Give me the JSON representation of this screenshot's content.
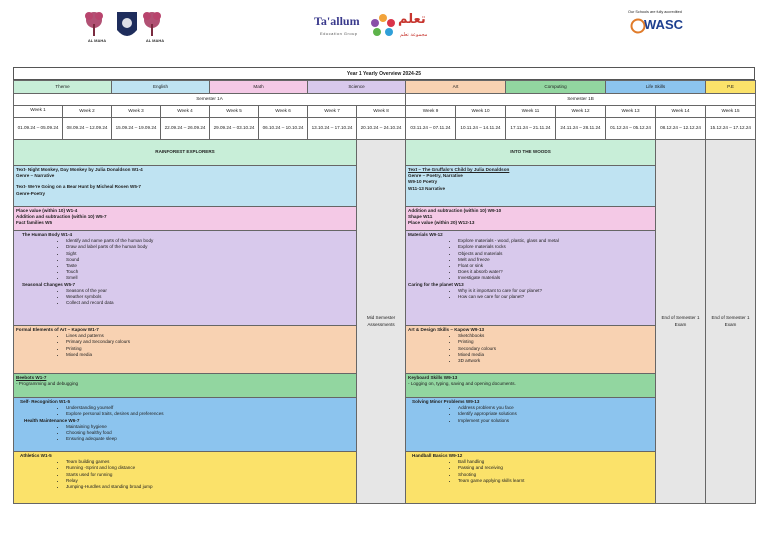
{
  "doc": {
    "title": "Year 1 Yearly Overview 2024-25",
    "accreditation": "Our Schools are fully accredited",
    "logos": {
      "left_a": "AL MAHA",
      "left_b": "AL MAHA",
      "mid_brand": "Ta'allum",
      "mid_sub": "Education Group",
      "mid_arabic": "تعلم",
      "mid_arabic_sub": "مجموعة تعلم",
      "right_brand": "WASC"
    }
  },
  "subjects": [
    {
      "label": "Theme",
      "color": "#c8eed8"
    },
    {
      "label": "English",
      "color": "#bfe3f2"
    },
    {
      "label": "Math",
      "color": "#f4c9e6"
    },
    {
      "label": "Science",
      "color": "#d8c9ec"
    },
    {
      "label": "Art",
      "color": "#f8d2b2"
    },
    {
      "label": "Computing",
      "color": "#92d6a0"
    },
    {
      "label": "Life Skills",
      "color": "#8cc4ee"
    },
    {
      "label": "P.E",
      "color": "#fbe26a"
    }
  ],
  "semesters": {
    "a": "Semester 1A",
    "b": "Semester 1B"
  },
  "weeks": [
    {
      "label": "Week 1",
      "dates": "01.09.24 – 05.09.24"
    },
    {
      "label": "Week 2",
      "dates": "08.09.24 – 12.09.24"
    },
    {
      "label": "Week 3",
      "dates": "15.09.24 – 19.09.24"
    },
    {
      "label": "Week 4",
      "dates": "22.09.24 – 26.09.24"
    },
    {
      "label": "Week 5",
      "dates": "29.09.24 – 03.10.24"
    },
    {
      "label": "Week 6",
      "dates": "06.10.24 – 10.10.24"
    },
    {
      "label": "Week 7",
      "dates": "13.10.24 – 17.10.24"
    },
    {
      "label": "Week 8",
      "dates": "20.10.24 – 24.10.24"
    },
    {
      "label": "Week 9",
      "dates": "03.11.24 – 07.11.24"
    },
    {
      "label": "Week 10",
      "dates": "10.11.24 – 14.11.24"
    },
    {
      "label": "Week 11",
      "dates": "17.11.24 – 21.11.24"
    },
    {
      "label": "Week 12",
      "dates": "24.11.24 – 28.11.24"
    },
    {
      "label": "Week 13",
      "dates": "01.12.24 – 05.12.24"
    },
    {
      "label": "Week 14",
      "dates": "08.12.24 – 12.12.24"
    },
    {
      "label": "Week 15",
      "dates": "15.12.24 – 17.12.24"
    }
  ],
  "themes": {
    "a": "RAINFOREST EXPLORERS",
    "b": "INTO THE WOODS"
  },
  "mid": {
    "assess": "Mid Semester Assessments",
    "end14": "End of Semester 1 Exam",
    "end15": "End of Semester 1 Exam"
  },
  "english": {
    "a": [
      "Text- Night Monkey, Day Monkey by Julia Donaldson W1-4",
      "Genre – Narrative",
      "",
      "Text- We're Going on a Bear Hunt by Micheal Rosen W5-7",
      "Genre-Poetry"
    ],
    "b_text": "Text – The Gruffalo's Child by Julia Donaldson",
    "b": [
      "Genre – Poetry, Narrative",
      "W9-10 Poetry",
      "W11-13 Narrative"
    ]
  },
  "math": {
    "a": [
      "Place value (within 10) W1-4",
      "Addition and subtraction (within 10) W5-7",
      "Fact families W5"
    ],
    "b": [
      "Addition and subtraction (within 10) W9-10",
      "Shape W11",
      "Place value (within 20) W12-13"
    ]
  },
  "science": {
    "a_head1": "The Human Body W1-4",
    "a_list1": [
      "Identify and name parts of the human body",
      "Draw and label parts of the human body",
      "Sight",
      "Sound",
      "Taste",
      "Touch",
      "Smell"
    ],
    "a_head2": "Seasonal Changes W5-7",
    "a_list2": [
      "Seasons of the year",
      "Weather symbols",
      "Collect and record data"
    ],
    "b_head1": "Materials W9-12",
    "b_list1": [
      "Explore materials - wood, plastic, glass and metal",
      "Explore materials rocks",
      "Objects and materials",
      "Melt and freeze",
      "Float or sink",
      "Does it absorb water?",
      "Investigate materials"
    ],
    "b_head2": "Caring for the planet W13",
    "b_list2": [
      "Why is it important to care for our planet?",
      "How can we care for our planet?"
    ]
  },
  "art": {
    "a_head": "Formal Elements of Art – Kapow W1-7",
    "a_list": [
      "Lines and patterns",
      "Primary and Secondary colours",
      "Printing",
      "Mixed media"
    ],
    "b_head": "Art & Design Skills – Kapow W9-13",
    "b_list": [
      "Sketchbooks",
      "Printing",
      "Secondary colours",
      "Mixed media",
      "3D artwork"
    ]
  },
  "computing": {
    "a_head": "Beebots W1-7",
    "a_line": "- Programming and debugging",
    "b_head": "Keyboard Skills W9-13",
    "b_line": "- Logging on, typing, saving and opening documents."
  },
  "life": {
    "a_head1": "Self- Recognition W1-5",
    "a_list1": [
      "Understanding yourself",
      "Explore personal traits, desires and preferences"
    ],
    "a_head2": "Health Maintenance W6-7",
    "a_list2": [
      "Maintaining hygiene",
      "Choosing healthy food",
      "Ensuring adequate sleep"
    ],
    "b_head": "Solving Minor Problems W9-13",
    "b_list": [
      "Address problems you face",
      "Identify appropriate solutions",
      "Implement your solutions"
    ]
  },
  "pe": {
    "a_head": "Athletics W1-5",
    "a_list": [
      "Team building games",
      "Running -Sprint and long distance",
      "Starts used for running",
      "Relay",
      "Jumping-Hurdles and standing broad jump"
    ],
    "b_head": "Handball Basics W9-12",
    "b_list": [
      "Ball handling",
      "Passing and receiving",
      "Shooting",
      "Team game applying skills learnt"
    ]
  }
}
